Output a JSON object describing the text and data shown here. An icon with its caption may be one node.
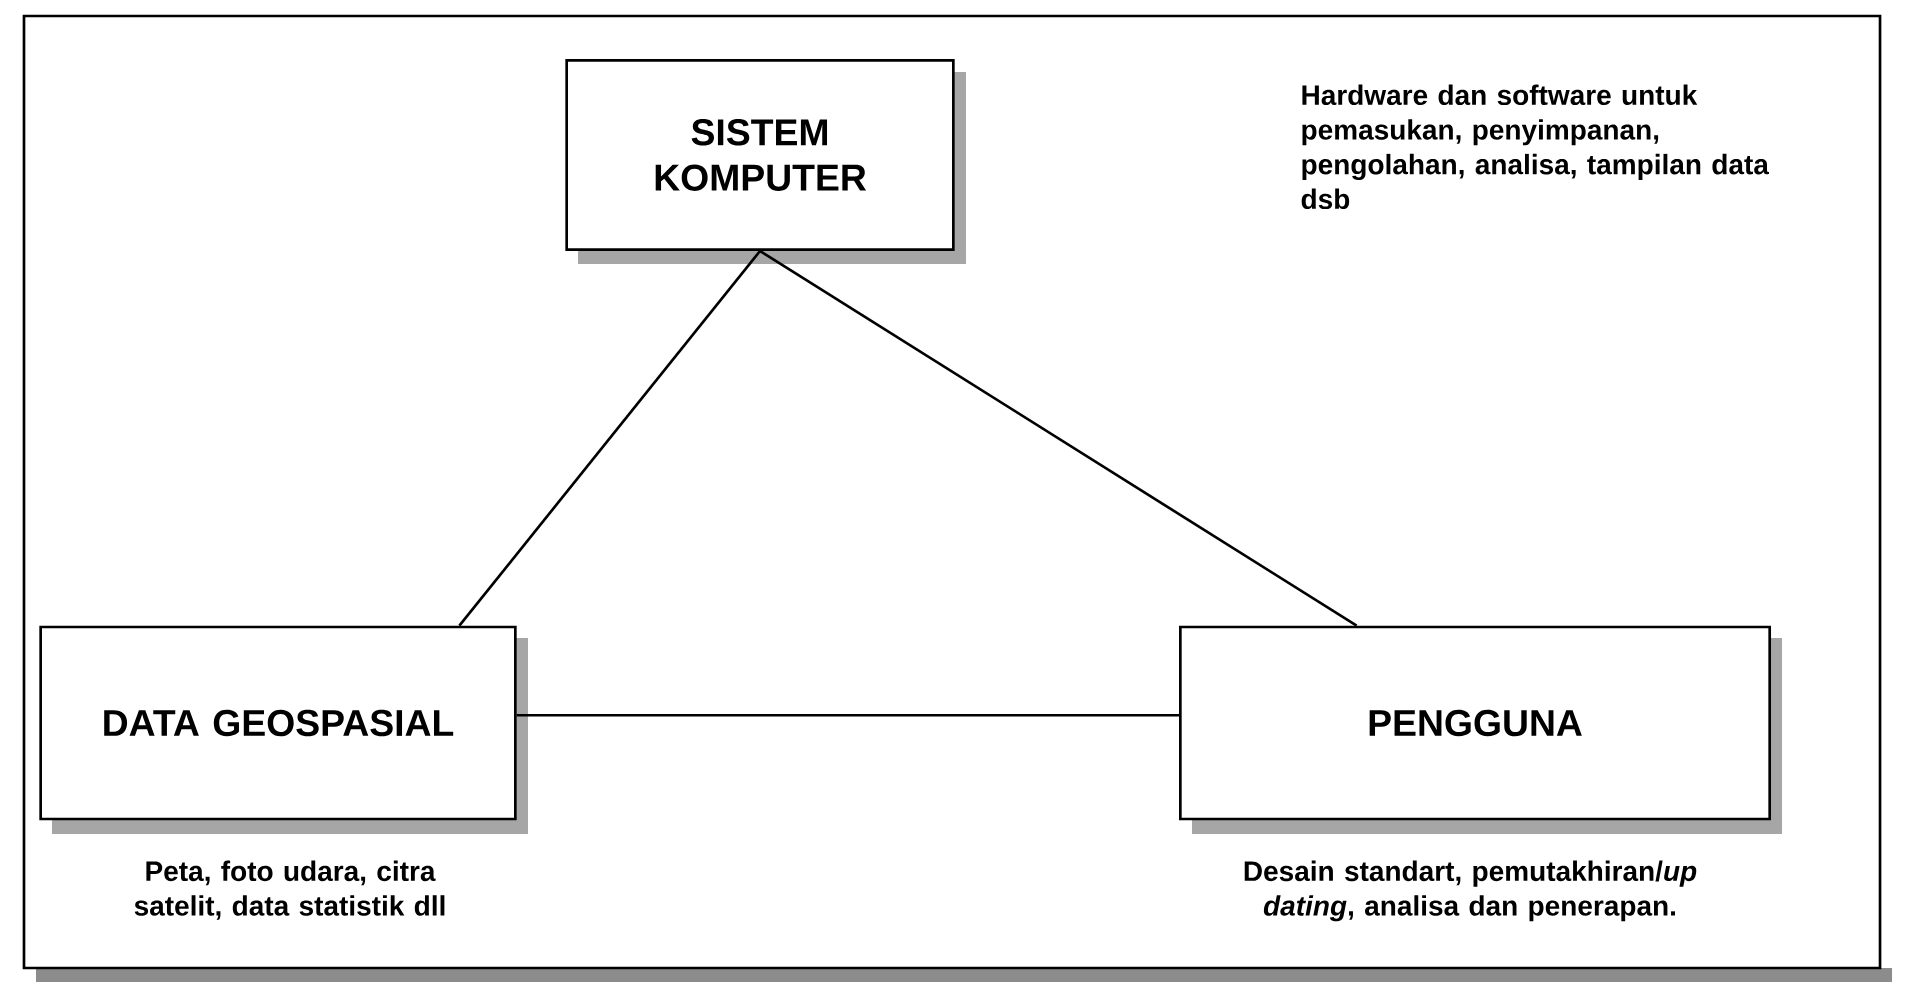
{
  "diagram": {
    "nodes": [
      {
        "text": [
          "SISTEM KOMPUTER"
        ]
      },
      {
        "text": [
          "DATA GEOSPASIAL"
        ],
        "beside": [
          "Peta, foto udara, citra satelit, data statistik dll"
        ]
      },
      {
        "text": [
          "PENGGUNA"
        ],
        "beside": [
          "Desain standart, pemutakhiran/*up dating*, analisa dan penerapan."
        ]
      }
    ],
    "edges": [
      {
        "from": 0,
        "to": 1,
        "arrow": "none"
      },
      {
        "from": 0,
        "to": 2,
        "arrow": "none"
      },
      {
        "from": 1,
        "to": 2,
        "arrow": "none"
      }
    ],
    "labels": [
      "Hardware dan software untuk pemasukan, penyimpanan, pengolahan, analisa, tampilan data dsb"
    ]
  }
}
